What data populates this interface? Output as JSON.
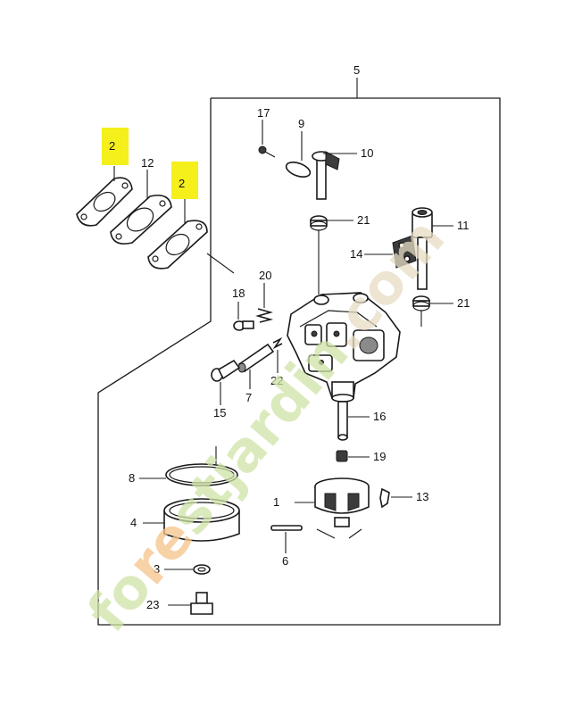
{
  "diagram": {
    "assembly_label": "5",
    "highlight_color": "#f5ef1c",
    "parts": [
      {
        "id": "p2a",
        "label": "2",
        "highlighted": true
      },
      {
        "id": "p12",
        "label": "12",
        "highlighted": false
      },
      {
        "id": "p2b",
        "label": "2",
        "highlighted": true
      },
      {
        "id": "p17",
        "label": "17",
        "highlighted": false
      },
      {
        "id": "p9",
        "label": "9",
        "highlighted": false
      },
      {
        "id": "p10",
        "label": "10",
        "highlighted": false
      },
      {
        "id": "p21a",
        "label": "21",
        "highlighted": false
      },
      {
        "id": "p11",
        "label": "11",
        "highlighted": false
      },
      {
        "id": "p14",
        "label": "14",
        "highlighted": false
      },
      {
        "id": "p21b",
        "label": "21",
        "highlighted": false
      },
      {
        "id": "p18",
        "label": "18",
        "highlighted": false
      },
      {
        "id": "p20",
        "label": "20",
        "highlighted": false
      },
      {
        "id": "p7",
        "label": "7",
        "highlighted": false
      },
      {
        "id": "p22",
        "label": "22",
        "highlighted": false
      },
      {
        "id": "p15",
        "label": "15",
        "highlighted": false
      },
      {
        "id": "p16",
        "label": "16",
        "highlighted": false
      },
      {
        "id": "p19",
        "label": "19",
        "highlighted": false
      },
      {
        "id": "p1",
        "label": "1",
        "highlighted": false
      },
      {
        "id": "p13",
        "label": "13",
        "highlighted": false
      },
      {
        "id": "p6",
        "label": "6",
        "highlighted": false
      },
      {
        "id": "p8",
        "label": "8",
        "highlighted": false
      },
      {
        "id": "p4",
        "label": "4",
        "highlighted": false
      },
      {
        "id": "p3",
        "label": "3",
        "highlighted": false
      },
      {
        "id": "p23",
        "label": "23",
        "highlighted": false
      }
    ]
  },
  "watermark": {
    "text": "forestjardin.com",
    "colors": {
      "green": "#cfe3a6",
      "orange": "#f6c48a",
      "tan": "#e7dcc4"
    }
  }
}
